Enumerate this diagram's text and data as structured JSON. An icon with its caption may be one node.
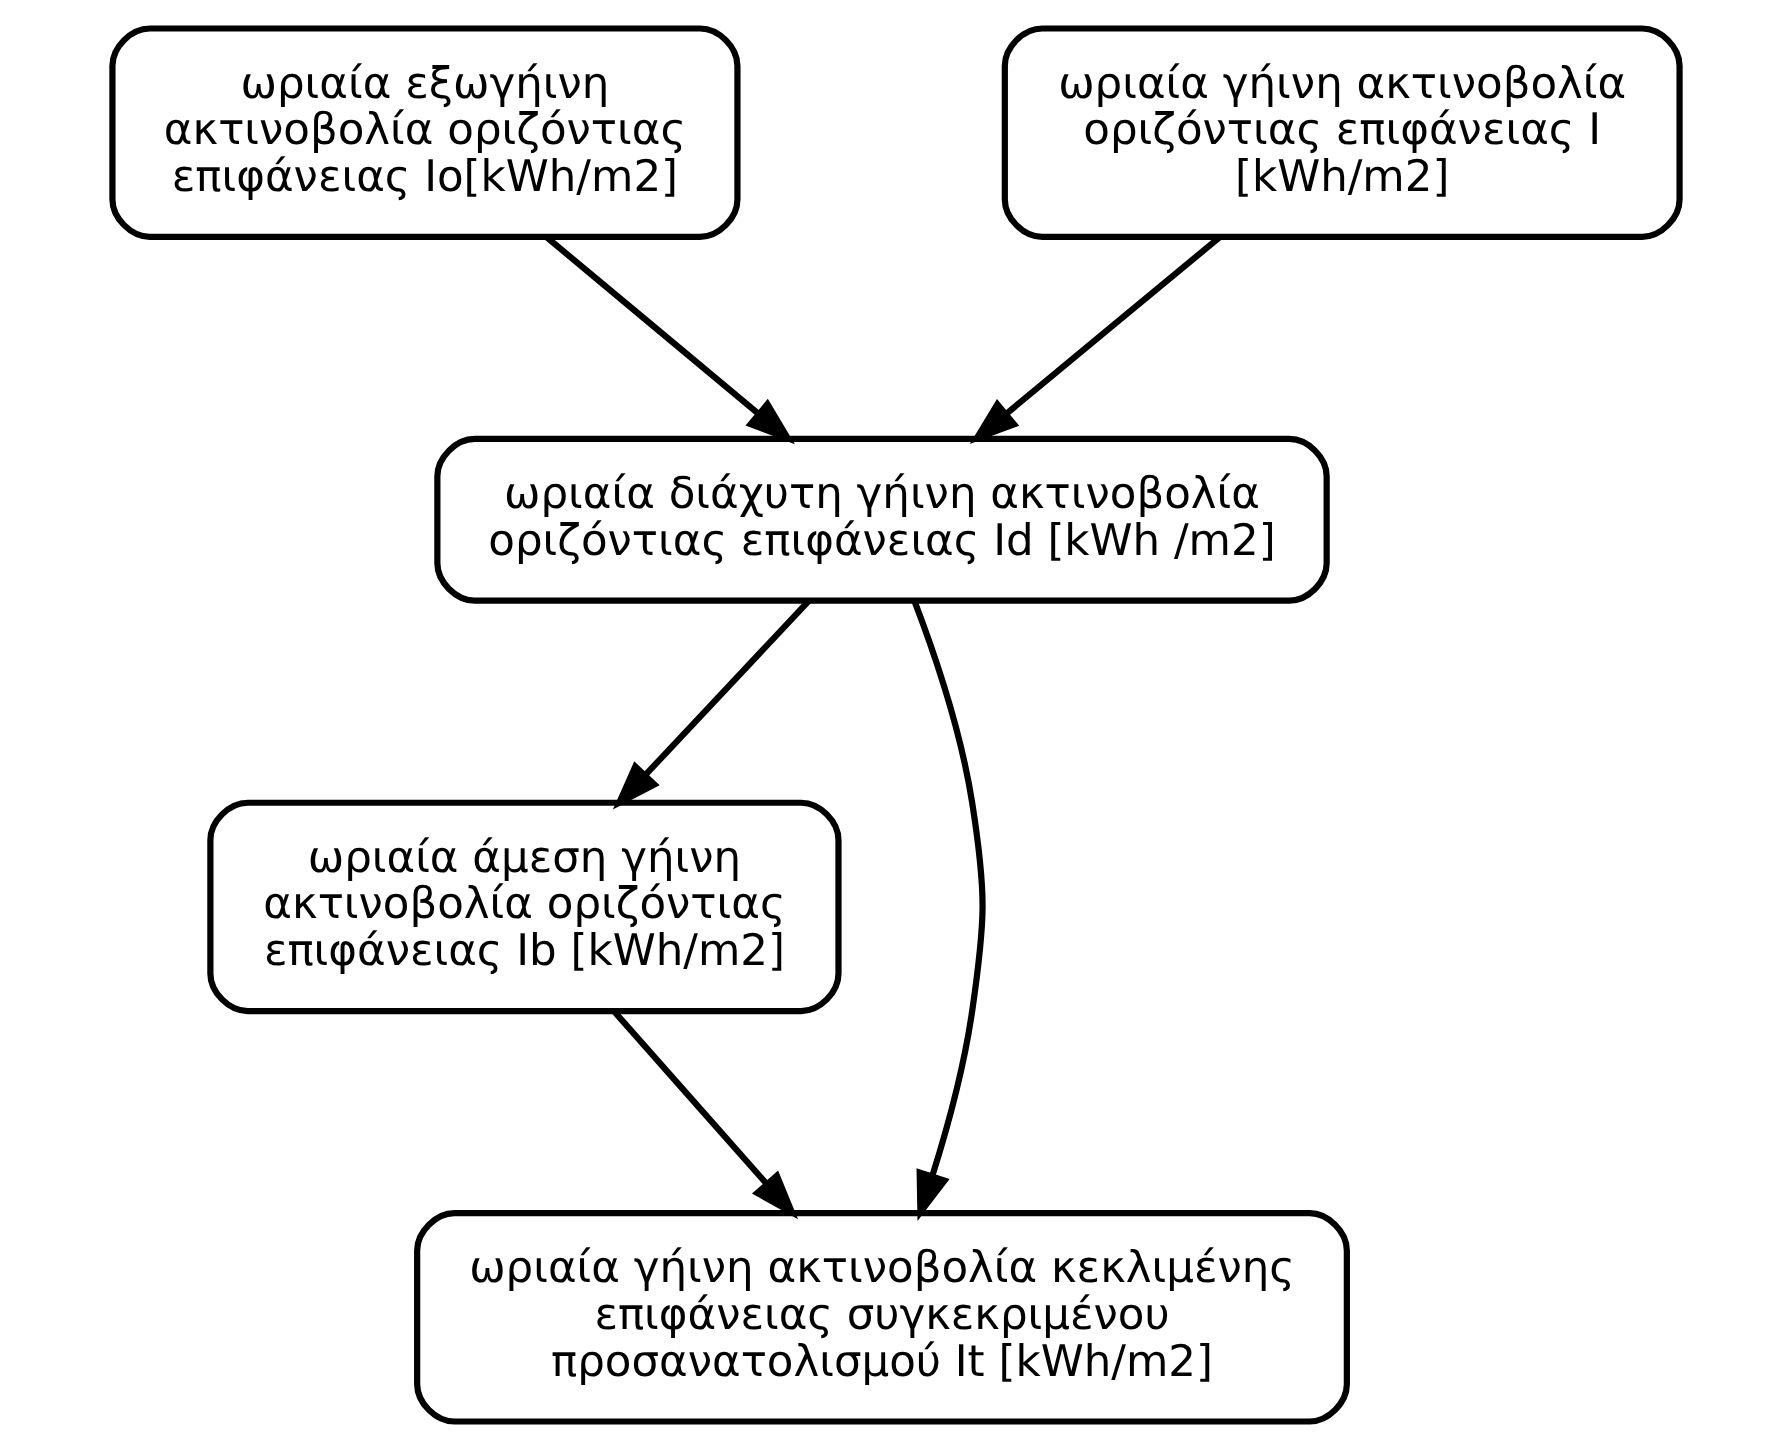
{
  "diagram": {
    "nodes": [
      {
        "text": [
          "ωριαία εξωγήινη ακτινοβολία οριζόντιας επιφάνειας Io[kWh/m2]"
        ]
      },
      {
        "text": [
          "ωριαία γήινη ακτινοβολία οριζόντιας επιφάνειας I [kWh/m2]"
        ]
      },
      {
        "text": [
          "ωριαία διάχυτη γήινη ακτινοβολία οριζόντιας επιφάνειας Id [kWh /m2]"
        ]
      },
      {
        "text": [
          "ωριαία άμεση γήινη ακτινοβολία οριζόντιας επιφάνειας Ib [kWh/m2]"
        ]
      },
      {
        "text": [
          "ωριαία γήινη ακτινοβολία κεκλιμένης επιφάνειας συγκεκριμένου προσανατολισμού It [kWh/m2]"
        ]
      }
    ],
    "edges": [
      {
        "from": 0,
        "to": 2,
        "arrow": "to"
      },
      {
        "from": 1,
        "to": 2,
        "arrow": "to"
      },
      {
        "from": 2,
        "to": 4,
        "arrow": "to"
      },
      {
        "from": 2,
        "to": 3,
        "arrow": "to"
      },
      {
        "from": 3,
        "to": 4,
        "arrow": "to"
      }
    ]
  }
}
